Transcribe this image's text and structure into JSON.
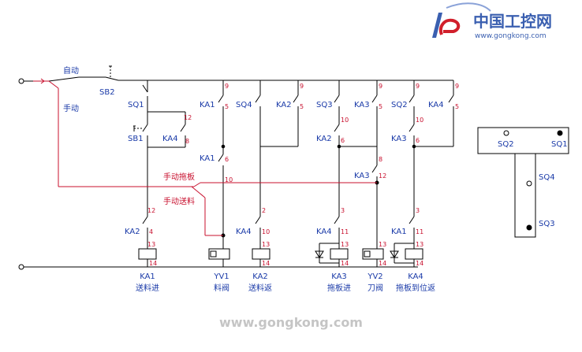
{
  "logo": {
    "cn": "中国工控网",
    "url": "www.gongkong.com"
  },
  "watermark": "www.gongkong.com",
  "modes": {
    "auto": "自动",
    "manual": "手动"
  },
  "manual_lines": {
    "drag": "手动拖板",
    "feed": "手动送料"
  },
  "components": {
    "SB2": "SB2",
    "SB1": "SB1",
    "SQ1": "SQ1",
    "SQ2": "SQ2",
    "SQ3": "SQ3",
    "SQ4": "SQ4",
    "KA1": "KA1",
    "KA2": "KA2",
    "KA3": "KA3",
    "KA4": "KA4"
  },
  "wires": {
    "n2": "2",
    "n3": "3",
    "n4": "4",
    "n5": "5",
    "n6": "6",
    "n8": "8",
    "n9": "9",
    "n10": "10",
    "n11": "11",
    "n12": "12",
    "n13": "13",
    "n14": "14"
  },
  "loads": [
    {
      "tag": "KA1",
      "desc": "送料进"
    },
    {
      "tag": "YV1",
      "desc": "料阀"
    },
    {
      "tag": "KA2",
      "desc": "送料返"
    },
    {
      "tag": "KA3",
      "desc": "拖板进"
    },
    {
      "tag": "YV2",
      "desc": "刀阀"
    },
    {
      "tag": "KA4",
      "desc": "拖板到位返"
    }
  ],
  "colors": {
    "wire": "#000000",
    "label_blue": "#1a3aa8",
    "label_red": "#c8102e",
    "logo_blue": "#3a5fb0",
    "logo_red": "#d11f2b"
  }
}
